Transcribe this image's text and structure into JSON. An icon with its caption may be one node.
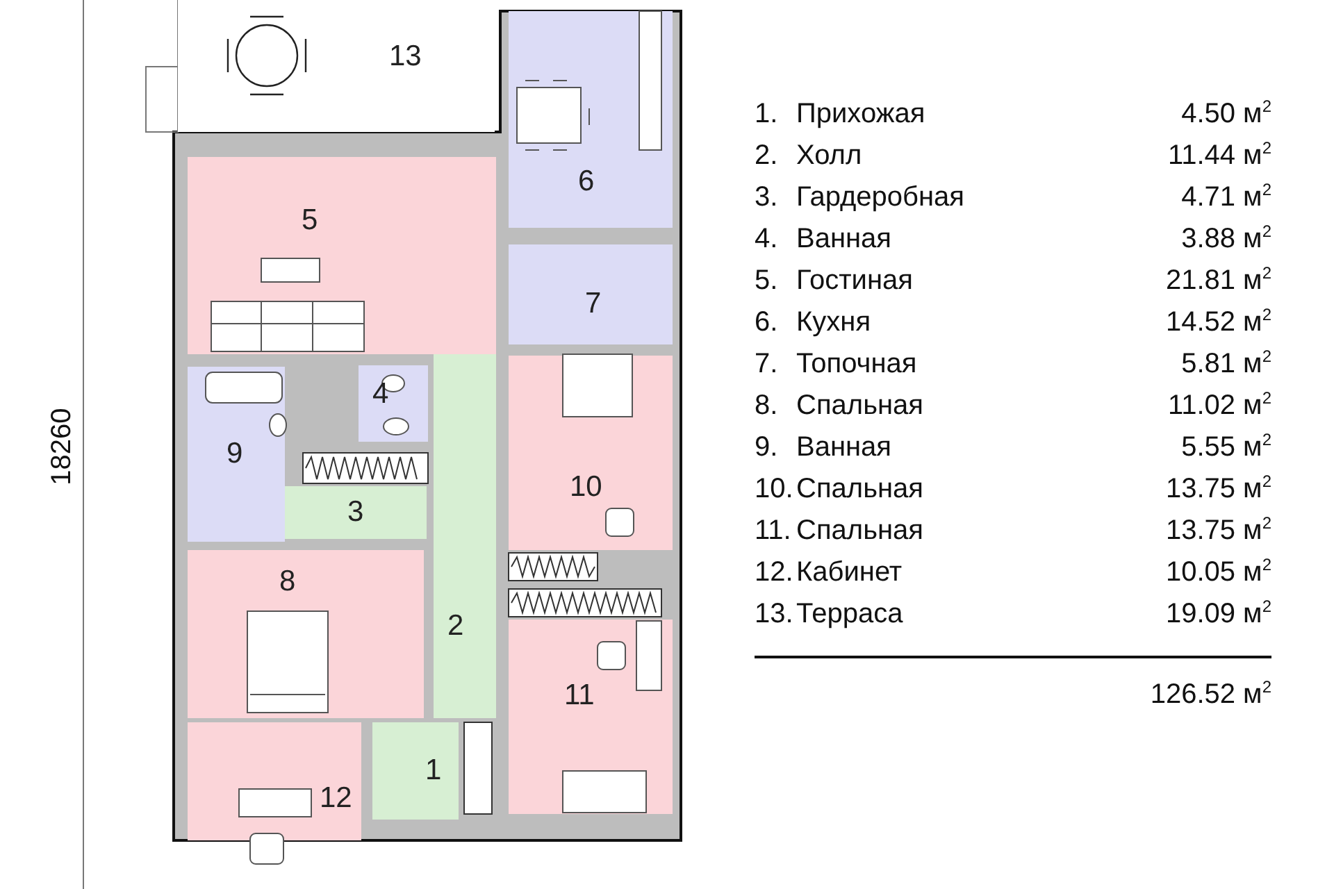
{
  "diagram": {
    "nodes": [
      {
        "text": [
          "13"
        ]
      },
      {
        "text": [
          "6"
        ]
      },
      {
        "text": [
          "5"
        ]
      },
      {
        "text": [
          "7"
        ]
      },
      {
        "text": [
          "4"
        ]
      },
      {
        "text": [
          "9"
        ]
      },
      {
        "text": [
          "3"
        ]
      },
      {
        "text": [
          "2"
        ]
      },
      {
        "text": [
          "10"
        ]
      },
      {
        "text": [
          "8"
        ]
      },
      {
        "text": [
          "11"
        ]
      },
      {
        "text": [
          "1"
        ]
      },
      {
        "text": [
          "12"
        ]
      }
    ],
    "labels": [
      "18260",
      "1.",
      "Прихожая",
      "4.50 м$^{2}$",
      "2.",
      "Холл",
      "11.44 м$^{2}$",
      "3.",
      "Гардеробная",
      "4.71 м$^{2}$",
      "4.",
      "Ванная",
      "3.88 м$^{2}$",
      "5.",
      "Гостиная",
      "21.81 м$^{2}$",
      "6.",
      "Кухня",
      "14.52 м$^{2}$",
      "7.",
      "Топочная",
      "5.81 м$^{2}$",
      "8.",
      "Спальная",
      "11.02 м$^{2}$",
      "9.",
      "Ванная",
      "5.55 м$^{2}$",
      "10.",
      "Спальная",
      "13.75 м$^{2}$",
      "11.",
      "Спальная",
      "13.75 м$^{2}$",
      "12.",
      "Кабинет",
      "10.05 м$^{2}$",
      "13.",
      "Терраса",
      "19.09 м$^{2}$",
      "126.52 м$^{2}$"
    ]
  }
}
